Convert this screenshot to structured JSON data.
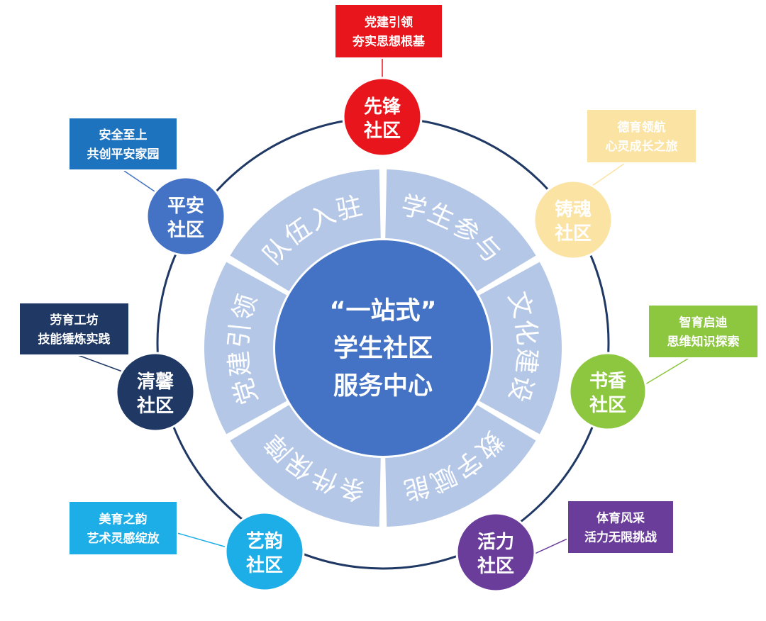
{
  "center": {
    "lines": [
      "“一站式”",
      "学生社区",
      "服务中心"
    ],
    "color": "#4472c4"
  },
  "segments": [
    {
      "label": "党建引领"
    },
    {
      "label": "队伍入驻"
    },
    {
      "label": "学生参与"
    },
    {
      "label": "文化建设"
    },
    {
      "label": "数字赋能"
    },
    {
      "label": "条件保障"
    }
  ],
  "ring_color": "#b4c7e7",
  "outer_circle_color": "#1f3864",
  "communities": [
    {
      "id": "xianfeng",
      "line1": "先锋",
      "line2": "社区",
      "color": "#e8161c",
      "label": [
        "党建引领",
        "夯实思想根基"
      ],
      "label_color": "#e8161c"
    },
    {
      "id": "zhuhun",
      "line1": "铸魂",
      "line2": "社区",
      "color": "#fbe3a3",
      "label": [
        "德育领航",
        "心灵成长之旅"
      ],
      "label_color": "#fbe3a3"
    },
    {
      "id": "shuxiang",
      "line1": "书香",
      "line2": "社区",
      "color": "#8dc63f",
      "label": [
        "智育启迪",
        "思维知识探索"
      ],
      "label_color": "#8dc63f"
    },
    {
      "id": "huoli",
      "line1": "活力",
      "line2": "社区",
      "color": "#6a3d9a",
      "label": [
        "体育风采",
        "活力无限挑战"
      ],
      "label_color": "#6a3d9a"
    },
    {
      "id": "yiyun",
      "line1": "艺韵",
      "line2": "社区",
      "color": "#1daee8",
      "label": [
        "美育之韵",
        "艺术灵感绽放"
      ],
      "label_color": "#1daee8"
    },
    {
      "id": "qingxin",
      "line1": "清馨",
      "line2": "社区",
      "color": "#1f3864",
      "label": [
        "劳育工坊",
        "技能锤炼实践"
      ],
      "label_color": "#1f3864"
    },
    {
      "id": "pingan",
      "line1": "平安",
      "line2": "社区",
      "color": "#4472c4",
      "label": [
        "安全至上",
        "共创平安家园"
      ],
      "label_color": "#1e73be"
    }
  ]
}
